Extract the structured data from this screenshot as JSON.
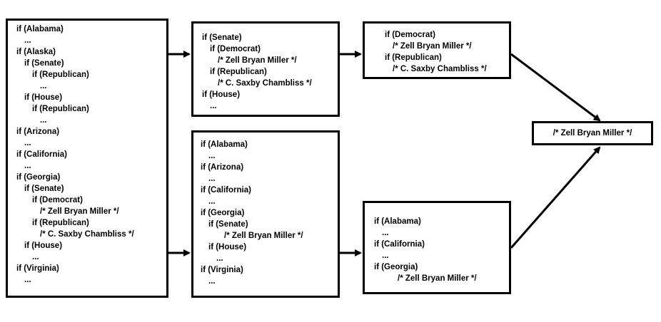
{
  "box1": {
    "lines": [
      "if (Alabama)",
      "...",
      "if (Alaska)",
      "if (Senate)",
      "if (Republican)",
      "...",
      "if (House)",
      "if (Republican)",
      "...",
      "if (Arizona)",
      "...",
      "if (California)",
      "...",
      "if (Georgia)",
      "if (Senate)",
      "if (Democrat)",
      "/* Zell Bryan Miller */",
      "if (Republican)",
      "/* C. Saxby Chambliss */",
      "if (House)",
      "...",
      "if (Virginia)",
      "..."
    ]
  },
  "box2": {
    "lines": [
      "if (Senate)",
      "if (Democrat)",
      "/* Zell Bryan Miller */",
      "if (Republican)",
      "/* C. Saxby Chambliss */",
      "if (House)",
      "..."
    ]
  },
  "box3": {
    "lines": [
      "if (Alabama)",
      "...",
      "if (Arizona)",
      "...",
      "if (California)",
      "...",
      "if (Georgia)",
      "if (Senate)",
      "/* Zell Bryan Miller */",
      "if (House)",
      "...",
      "if (Virginia)",
      "..."
    ]
  },
  "box4": {
    "lines": [
      "if (Democrat)",
      "/* Zell Bryan Miller */",
      "if (Republican)",
      "/* C. Saxby Chambliss */"
    ]
  },
  "box5": {
    "lines": [
      "if (Alabama)",
      "...",
      "if (California)",
      "...",
      "if (Georgia)",
      "/* Zell Bryan Miller */"
    ]
  },
  "result": {
    "text": "/* Zell Bryan Miller */"
  }
}
